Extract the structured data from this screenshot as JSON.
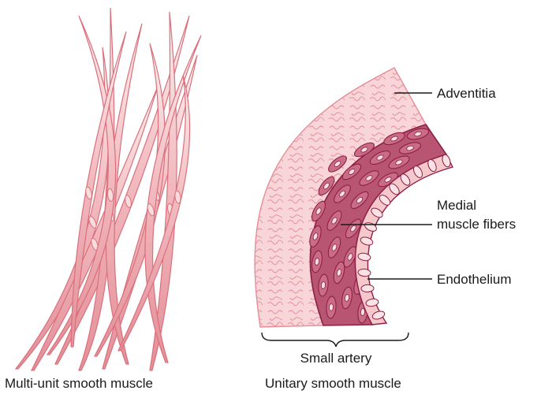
{
  "left_caption": "Multi-unit smooth muscle",
  "right_caption": "Unitary smooth muscle",
  "labels": {
    "adventitia": "Adventitia",
    "medial_line1": "Medial",
    "medial_line2": "muscle fibers",
    "endothelium": "Endothelium",
    "small_artery": "Small artery"
  },
  "colors": {
    "fiber_light": "#f9dcdd",
    "fiber_mid": "#e79ca2",
    "fiber_outline": "#d9707c",
    "adventitia_fill": "#f8d5d8",
    "adventitia_squiggle": "#e58d98",
    "media_fill": "#b85572",
    "media_outline": "#8e1f45",
    "endothelium_fill": "#f5c8cc"
  }
}
